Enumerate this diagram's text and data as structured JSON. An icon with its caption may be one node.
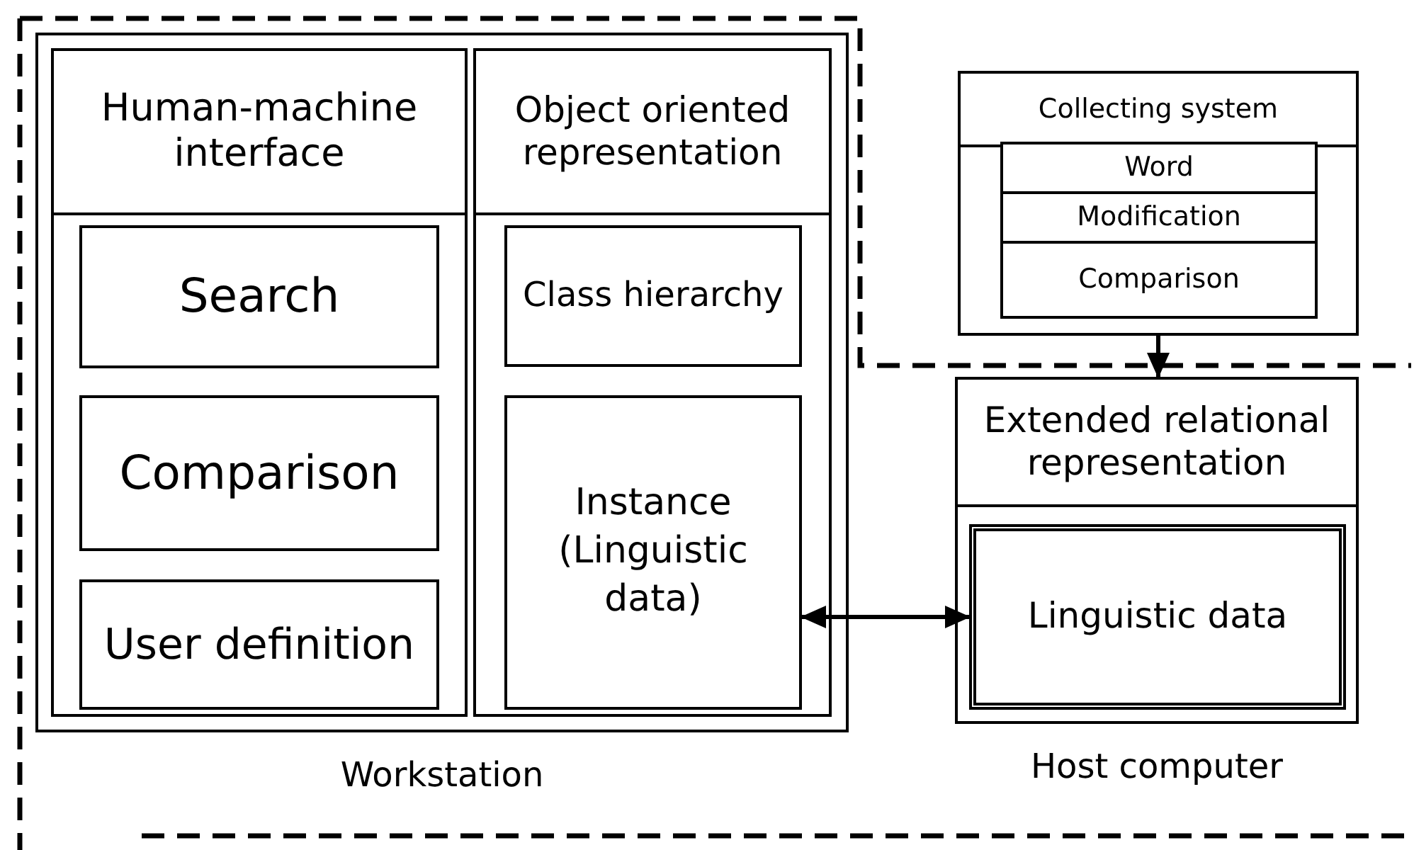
{
  "diagram": {
    "nodes": [
      {
        "text": [
          "Workstation"
        ]
      },
      {
        "text": [
          "Human-machine interface"
        ],
        "in": 0
      },
      {
        "text": [
          "Search"
        ],
        "in": 1
      },
      {
        "text": [
          "Comparison"
        ],
        "in": 1
      },
      {
        "text": [
          "User definition"
        ],
        "in": 1
      },
      {
        "text": [
          "Object oriented representation"
        ],
        "in": 0
      },
      {
        "text": [
          "Class hierarchy"
        ],
        "in": 5
      },
      {
        "text": [
          "Instance (Linguistic data)"
        ],
        "in": 5
      },
      {
        "text": [
          "Collecting system"
        ]
      },
      {
        "text": [
          "Word"
        ],
        "in": 8
      },
      {
        "text": [
          "Modification"
        ],
        "in": 8
      },
      {
        "text": [
          "Comparison"
        ],
        "in": 8
      },
      {
        "text": [
          "Extended relational representation",
          "Host computer"
        ]
      },
      {
        "text": [
          "Linguistic data"
        ],
        "in": 12
      }
    ],
    "edges": [
      {
        "from": 8,
        "to": 12,
        "arrow": "to"
      },
      {
        "from": 7,
        "to": 13,
        "arrow": "both"
      }
    ]
  }
}
